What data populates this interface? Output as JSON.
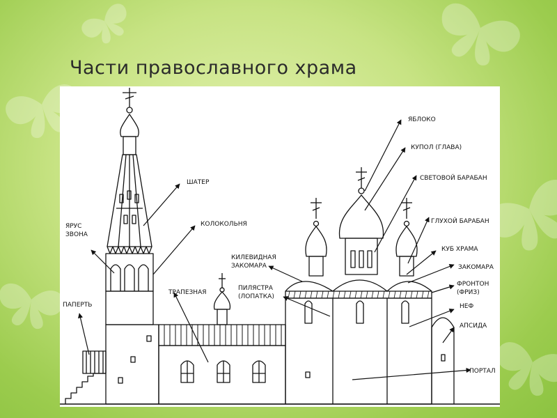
{
  "title": "Части православного храма",
  "labels": {
    "yabloko": "ЯБЛОКО",
    "kupol": "КУПОЛ (ГЛАВА)",
    "svetovoy_baraban": "СВЕТОВОЙ БАРАБАН",
    "shater": "ШАТЕР",
    "glukhoy_baraban": "ГЛУХОЙ БАРАБАН",
    "yarus_line1": "ЯРУС",
    "yarus_line2": "ЗВОНА",
    "kolokolnya": "КОЛОКОЛЬНЯ",
    "kub_khrama": "КУБ ХРАМА",
    "kilevidnaya_line1": "КИЛЕВИДНАЯ",
    "kilevidnaya_line2": "ЗАКОМАРА",
    "zakomara": "ЗАКОМАРА",
    "fronton_line1": "ФРОНТОН",
    "fronton_line2": "(ФРИЗ)",
    "pilyastra_line1": "ПИЛЯСТРА",
    "pilyastra_line2": "(ЛОПАТКА)",
    "trapeznaya": "ТРАПЕЗНАЯ",
    "nef": "НЕФ",
    "paperť": "ПАПЕРТЬ",
    "apsida": "АПСИДА",
    "portal": "ПОРТАЛ"
  }
}
